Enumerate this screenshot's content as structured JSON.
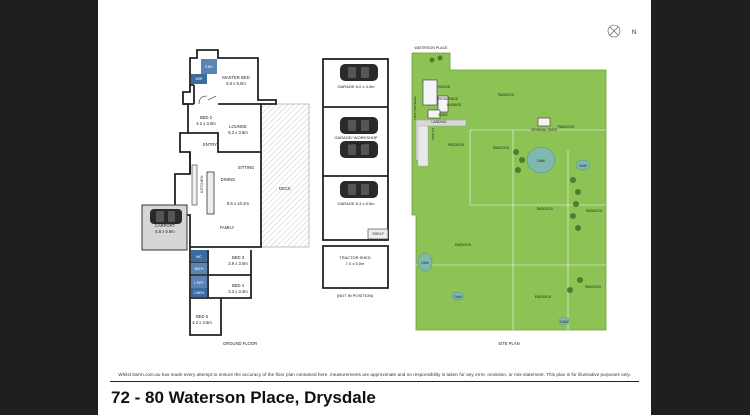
{
  "address": "72 - 80 Waterson Place, Drysdale",
  "disclaimer": "Whilst bwrm.com.au has made every attempt to ensure the accuracy of the floor plan contained here, measurements are approximate and no responsibility is taken for any error, omission, or mis-statement. This plan is for illustrative purposes only.",
  "compass": "N",
  "ground_floor": {
    "caption": "GROUND FLOOR",
    "rooms": {
      "master_bed": {
        "name": "MASTER BED",
        "size": "5.0 x 5.0m"
      },
      "bed2": {
        "name": "BED 2",
        "size": "4.2 x 3.0m"
      },
      "lounge": {
        "name": "LOUNGE",
        "size": "6.3 x 3.6m"
      },
      "entry": "ENTRY",
      "sitting": "SITTING",
      "kitchen": "KITCHEN",
      "dining": "DINING",
      "family": "FAMILY",
      "big_room_size": "8.5 x 10.2m",
      "deck": "DECK",
      "carport": {
        "name": "CARPORT",
        "size": "5.8 x 5.8m"
      },
      "bed3": {
        "name": "BED 3",
        "size": "3.9 x 3.0m"
      },
      "bed4": {
        "name": "BED 4",
        "size": "3.3 x 3.4m"
      },
      "bed5": {
        "name": "BED 5",
        "size": "4.2 x 3.5m"
      },
      "ens": "ENS",
      "wir": "WIR",
      "ldry": "L'DRY",
      "bath": "BATH",
      "wc": "WC",
      "linen": "LINEN"
    }
  },
  "garages": {
    "garage1": {
      "name": "GARAGE",
      "size": "6.0 x 4.0m"
    },
    "workshop": {
      "name": "GARAGE/ WORKSHOP",
      "size": "8.0 x 6.0m"
    },
    "garage2": {
      "name": "GARAGE",
      "size": "6.4 x 6.5m"
    },
    "shelf": "SHELF",
    "tractor_shed": {
      "name": "TRACTOR SHED",
      "size": "7.0 x 5.0m"
    },
    "note": "(NOT IN POSITION)"
  },
  "site_plan": {
    "caption": "SITE PLAN",
    "street": "WATERSON PLACE",
    "labels": {
      "paddock": "PADDOCK",
      "dam": "DAM",
      "landing": "LANDING",
      "house": "HOUSE",
      "residence": "RESIDENCE",
      "garage": "GARAGE",
      "tractor_shed": "TRACTOR SHED",
      "fire_pit": "FIRE PIT",
      "shed": "SHED",
      "original_shed": "ORIGINAL SHED"
    }
  },
  "colors": {
    "background": "#1f1f1f",
    "page": "#ffffff",
    "grass": "#8dc255",
    "dam": "#7fb8ad",
    "wet_room": "#5a83b6",
    "car": "#2a2a2a"
  }
}
